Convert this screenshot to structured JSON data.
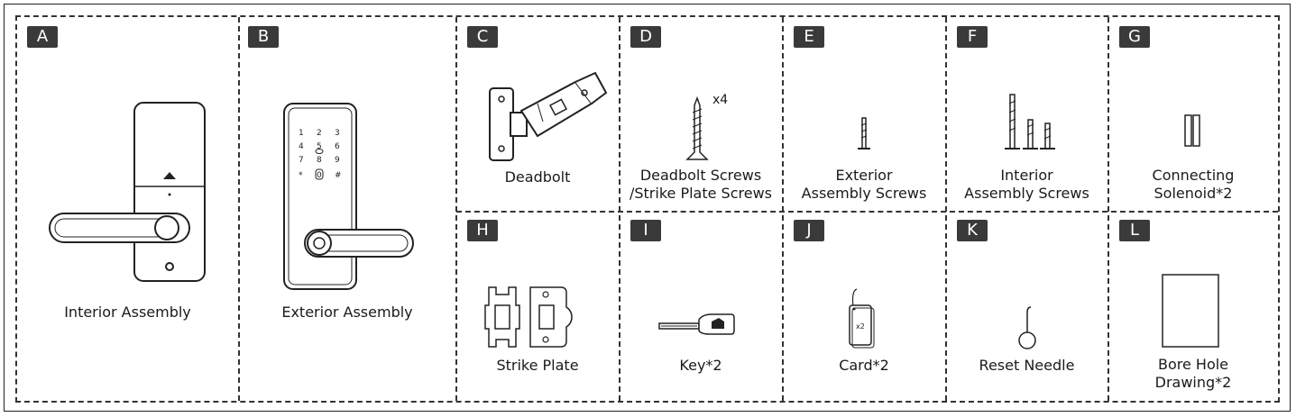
{
  "parts": [
    {
      "letter": "A",
      "label_lines": [
        "Interior Assembly"
      ]
    },
    {
      "letter": "B",
      "label_lines": [
        "Exterior Assembly"
      ]
    },
    {
      "letter": "C",
      "label_lines": [
        "Deadbolt"
      ]
    },
    {
      "letter": "D",
      "label_lines": [
        "Deadbolt Screws",
        "/Strike Plate Screws"
      ],
      "qty": "x4"
    },
    {
      "letter": "E",
      "label_lines": [
        "Exterior",
        "Assembly Screws"
      ]
    },
    {
      "letter": "F",
      "label_lines": [
        "Interior",
        "Assembly Screws"
      ]
    },
    {
      "letter": "G",
      "label_lines": [
        "Connecting",
        "Solenoid*2"
      ]
    },
    {
      "letter": "H",
      "label_lines": [
        "Strike Plate"
      ]
    },
    {
      "letter": "I",
      "label_lines": [
        "Key*2"
      ]
    },
    {
      "letter": "J",
      "label_lines": [
        "Card*2"
      ],
      "card_text": "x2"
    },
    {
      "letter": "K",
      "label_lines": [
        "Reset Needle"
      ]
    },
    {
      "letter": "L",
      "label_lines": [
        "Bore Hole",
        "Drawing*2"
      ]
    }
  ],
  "keypad": {
    "keys": [
      "1",
      "2",
      "3",
      "4",
      "5",
      "6",
      "7",
      "8",
      "9",
      "*",
      "0",
      "#"
    ]
  }
}
